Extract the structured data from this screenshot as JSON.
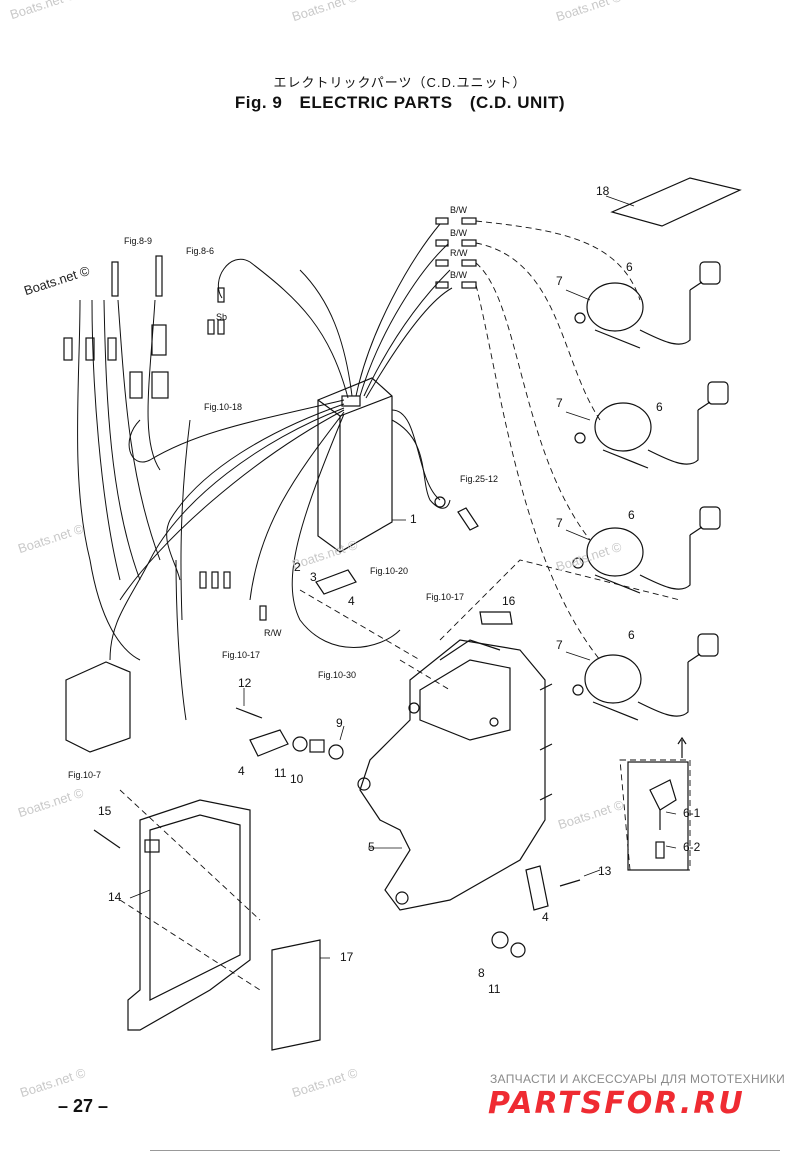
{
  "header": {
    "japanese_title": "エレクトリックパーツ（C.D.ユニット）",
    "fig_label": "Fig. 9",
    "title": "ELECTRIC PARTS",
    "subtitle": "(C.D. UNIT)"
  },
  "watermarks": [
    "Boats.net ©",
    "Boats.net ©",
    "Boats.net ©",
    "Boats.net ©",
    "Boats.net ©",
    "Boats.net ©",
    "Boats.net ©",
    "Boats.net ©",
    "Boats.net ©",
    "Boats.net ©",
    "Boats.net ©"
  ],
  "callouts": {
    "c1": "1",
    "c2": "2",
    "c3": "3",
    "c4a": "4",
    "c4b": "4",
    "c4c": "4",
    "c5": "5",
    "c6a": "6",
    "c6b": "6",
    "c6c": "6",
    "c6d": "6",
    "c6_1": "6-1",
    "c6_2": "6-2",
    "c7a": "7",
    "c7b": "7",
    "c7c": "7",
    "c7d": "7",
    "c8": "8",
    "c9": "9",
    "c10": "10",
    "c11a": "11",
    "c11b": "11",
    "c12": "12",
    "c13": "13",
    "c14": "14",
    "c15": "15",
    "c16": "16",
    "c17": "17",
    "c18": "18"
  },
  "references": {
    "fig8_9": "Fig.8-9",
    "fig8_6": "Fig.8-6",
    "fig10_18": "Fig.10-18",
    "fig25_12": "Fig.25-12",
    "fig10_20": "Fig.10-20",
    "fig10_17a": "Fig.10-17",
    "fig10_17b": "Fig.10-17",
    "fig10_30": "Fig.10-30",
    "fig10_7": "Fig.10-7",
    "sb": "Sb",
    "rw": "R/W",
    "bw1": "B/W",
    "bw2": "B/W",
    "bw3": "R/W",
    "bw4": "B/W"
  },
  "footer": {
    "page_number": "– 27 –",
    "ru_text": "ЗАПЧАСТИ И АКСЕССУАРЫ ДЛЯ МОТОТЕХНИКИ",
    "brand": "PARTSFOR.RU"
  },
  "colors": {
    "ink": "#111111",
    "watermark": "#c9c9c9",
    "brand_red": "#ef2b32"
  }
}
